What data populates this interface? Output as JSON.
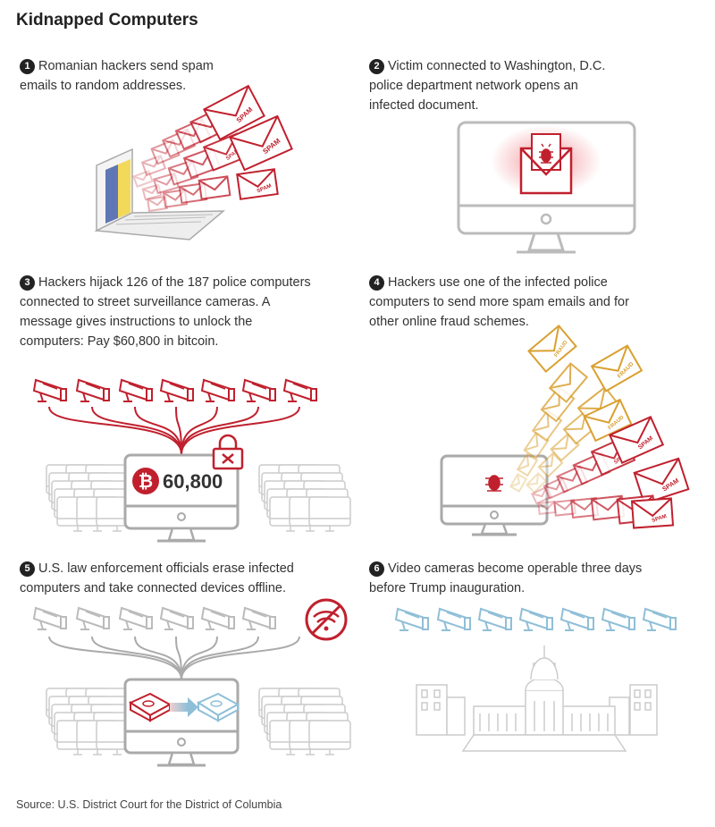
{
  "title": "Kidnapped Computers",
  "steps": [
    {
      "num": "1",
      "text": "Romanian hackers send spam\nemails to random addresses."
    },
    {
      "num": "2",
      "text": "Victim connected to Washington, D.C.\npolice department network opens an\ninfected document."
    },
    {
      "num": "3",
      "text": "Hackers hijack 126 of the 187 police computers\nconnected to street surveillance cameras. A\nmessage gives instructions to unlock the\ncomputers: Pay $60,800 in bitcoin."
    },
    {
      "num": "4",
      "text": "Hackers use one of the infected police\ncomputers to send more spam emails and for\nother online fraud schemes."
    },
    {
      "num": "5",
      "text": "U.S. law enforcement officials erase infected\ncomputers and take connected devices offline."
    },
    {
      "num": "6",
      "text": "Video cameras become operable three days\nbefore Trump inauguration."
    }
  ],
  "labels": {
    "spam": "SPAM",
    "fraud": "FRAUD",
    "ransom": "60,800"
  },
  "colors": {
    "red": "#c0202e",
    "orange": "#d9a030",
    "gray": "#bbbbbb",
    "blue": "#8fbfd8"
  },
  "source": "Source: U.S. District Court for the District of Columbia"
}
